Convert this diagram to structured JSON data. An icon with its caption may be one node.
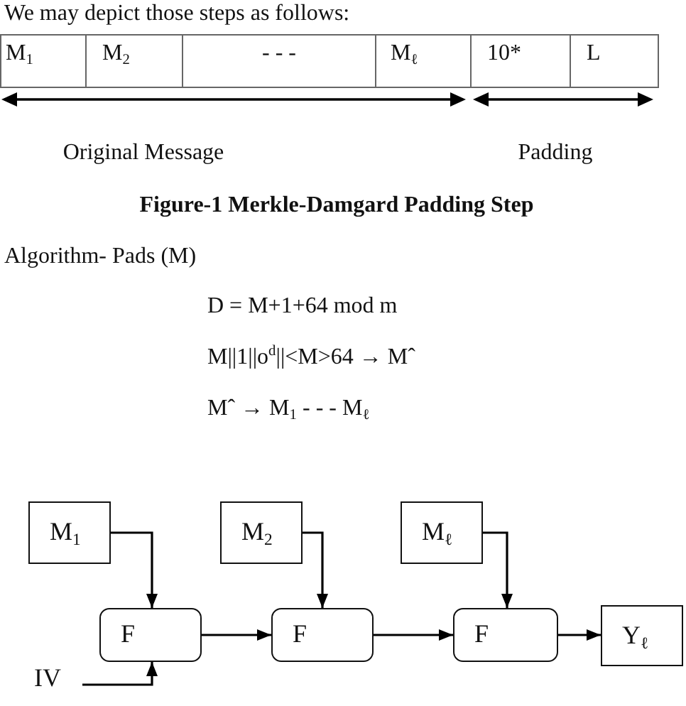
{
  "diagram": {
    "caption": "Figure-1 Merkle-Damgard Padding Step",
    "nodes": [
      {
        "text": [
          "M$_{1}$"
        ]
      },
      {
        "text": [
          "M$_{2}$"
        ]
      },
      {
        "text": [
          "M$_{ℓ}$"
        ]
      },
      {
        "text": [
          "F"
        ]
      },
      {
        "text": [
          "F"
        ]
      },
      {
        "text": [
          "F"
        ]
      },
      {
        "text": [
          "Y$_{ℓ}$"
        ]
      },
      {
        "text": [
          "IV"
        ]
      }
    ],
    "edges": [
      {
        "from": 0,
        "to": 3,
        "arrow": "to"
      },
      {
        "from": 1,
        "to": 4,
        "arrow": "to"
      },
      {
        "from": 2,
        "to": 5,
        "arrow": "to"
      },
      {
        "from": 3,
        "to": 4,
        "arrow": "to"
      },
      {
        "from": 4,
        "to": 5,
        "arrow": "to"
      },
      {
        "from": 5,
        "to": 6,
        "arrow": "to"
      },
      {
        "from": 7,
        "to": 3,
        "arrow": "to"
      }
    ],
    "labels": [
      "We may depict those steps as follows:",
      "M$_{1}$",
      "M$_{2}$",
      "- - -",
      "M$_{ℓ}$",
      "10*",
      "L",
      "Original Message",
      "Padding",
      "Algorithm- Pads (M)",
      "D = M+1+64 mod m",
      "M||1||o$^{d}$||<M>64 → Mˆ",
      "Mˆ → M$_{1}$ - - - M$_{ℓ}$"
    ]
  }
}
